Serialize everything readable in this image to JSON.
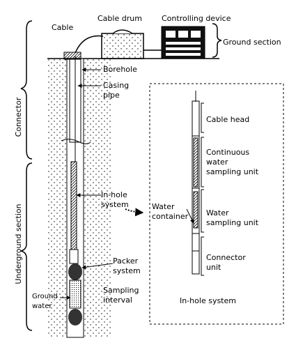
{
  "ground_labels": {
    "cable": "Cable",
    "cable_drum": "Cable drum",
    "controlling_device": "Controlling device",
    "ground_section": "Ground section"
  },
  "borehole_labels": {
    "borehole": "Borehole",
    "casing_line1": "Casing",
    "casing_line2": "pipe",
    "inhole_line1": "In-hole",
    "inhole_line2": "system",
    "packer_line1": "Packer",
    "packer_line2": "system",
    "sampling_line1": "Sampling",
    "sampling_line2": "interval",
    "groundwater_line1": "Ground",
    "groundwater_line2": "water"
  },
  "side_labels": {
    "connector": "Connector",
    "underground_section": "Underground section"
  },
  "inset": {
    "title": "In-hole system",
    "water_container_line1": "Water",
    "water_container_line2": "container",
    "cable_head": "Cable head",
    "continuous_line1": "Continuous",
    "continuous_line2": "water",
    "continuous_line3": "sampling unit",
    "water_sampling_line1": "Water",
    "water_sampling_line2": "sampling unit",
    "connector_unit_line1": "Connector",
    "connector_unit_line2": "unit"
  }
}
